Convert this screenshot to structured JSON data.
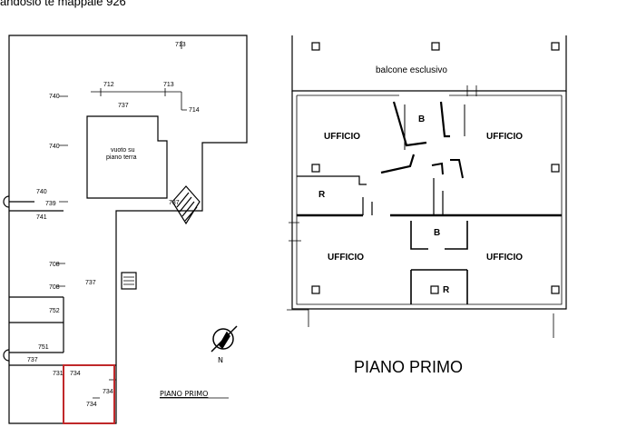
{
  "header": {
    "partial_text": "andosio te mappale 926"
  },
  "left_plan": {
    "parcel_labels": [
      "713",
      "712",
      "713",
      "740",
      "737",
      "714",
      "740",
      "740",
      "739",
      "741",
      "737",
      "708",
      "708",
      "737",
      "752",
      "751",
      "737",
      "731",
      "734",
      "734",
      "734"
    ],
    "void_note_line1": "vuoto su",
    "void_note_line2": "piano terra",
    "caption": "PIANO PRIMO"
  },
  "right_plan": {
    "balcony_label": "balcone esclusivo",
    "rooms": [
      "UFFICIO",
      "B",
      "UFFICIO",
      "R",
      "B",
      "UFFICIO",
      "UFFICIO",
      "R"
    ],
    "title": "PIANO PRIMO"
  },
  "compass": {
    "north_label": "N"
  },
  "colors": {
    "line": "#000000",
    "highlight": "#c0282a",
    "background": "#ffffff"
  }
}
